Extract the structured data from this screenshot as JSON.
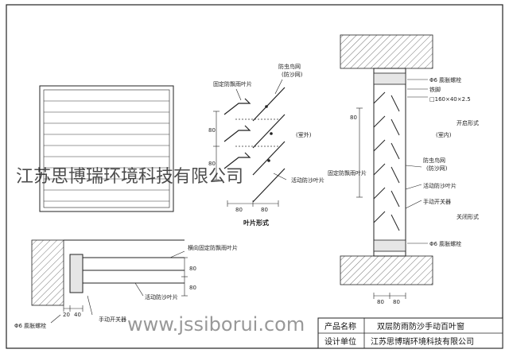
{
  "title_block": {
    "product_name_label": "产品名称",
    "product_name_value": "双层防雨防沙手动百叶窗",
    "design_unit_label": "设计单位",
    "design_unit_value": "江苏思博瑞环境科技有限公司"
  },
  "watermark": {
    "company": "江苏思博瑞环境科技有限公司",
    "url": "www.jssiborui.com"
  },
  "blade_detail": {
    "caption": "叶片形式",
    "label_fixed_blade": "固定防飘雨叶片",
    "label_insect_net_1": "防虫鸟网",
    "label_insect_net_2": "(防沙网)",
    "label_outside": "(室外)",
    "label_movable": "活动防沙叶片",
    "dims": [
      "80",
      "80",
      "80",
      "80"
    ]
  },
  "section_detail": {
    "label_bolt_top": "Φ6 膨胀螺栓",
    "label_bracket": "铁脚",
    "label_tube": "□160×40×2.5",
    "label_open": "开启形式",
    "label_inside": "(室内)",
    "label_insect_net_1": "防虫鸟网",
    "label_insect_net_2": "(防沙网)",
    "label_fixed_blade": "固定防飘雨叶片",
    "label_movable": "活动防沙叶片",
    "label_switch": "手动开关器",
    "label_closed": "关闭形式",
    "label_bolt_bottom": "Φ6 膨胀螺栓",
    "dims": [
      "80",
      "80",
      "80"
    ]
  },
  "plan_detail": {
    "label_fixed_blade": "横向固定防飘雨叶片",
    "label_movable": "活动防沙叶片",
    "label_switch": "手动开关器",
    "label_bolt": "Φ6 膨胀螺栓",
    "dims": [
      "80",
      "80",
      "20",
      "40"
    ]
  }
}
